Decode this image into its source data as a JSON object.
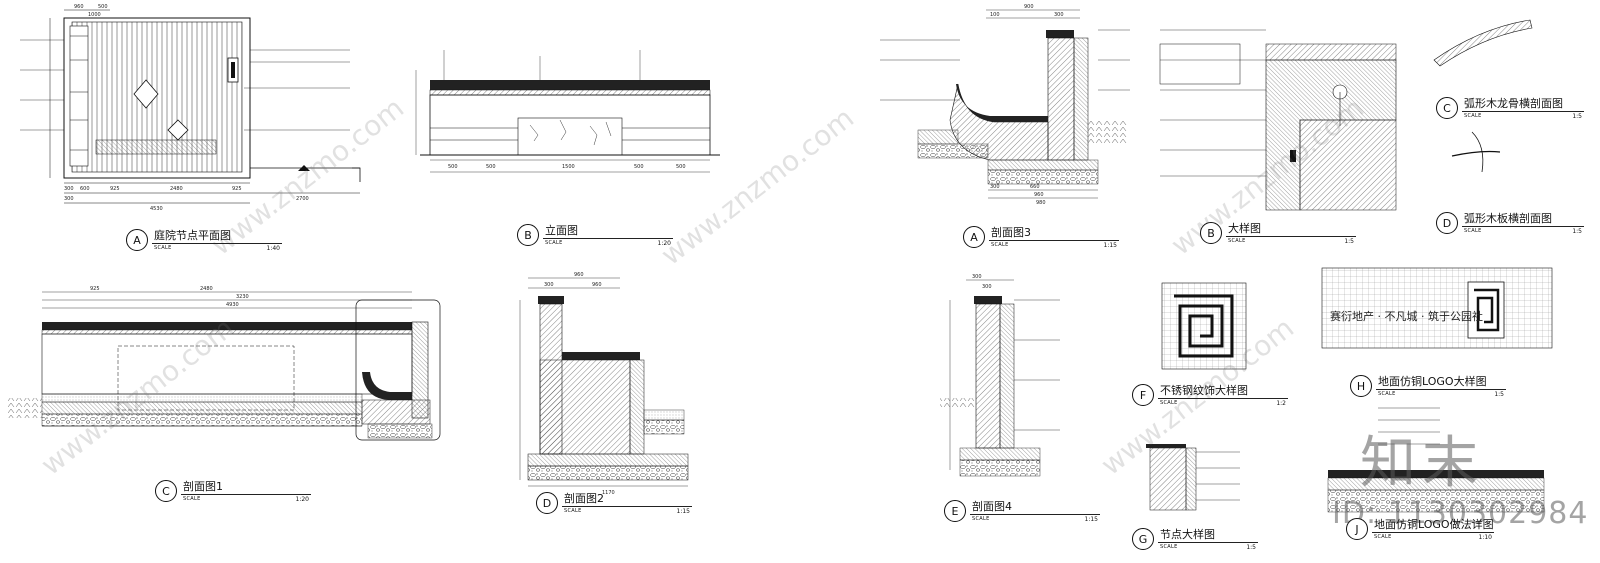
{
  "drawings": [
    {
      "id": "A1",
      "letter": "A",
      "title": "庭院节点平面图",
      "scale_label": "SCALE",
      "ratio": "1:40"
    },
    {
      "id": "B1",
      "letter": "B",
      "title": "立面图",
      "scale_label": "SCALE",
      "ratio": "1:20"
    },
    {
      "id": "C1",
      "letter": "C",
      "title": "剖面图1",
      "scale_label": "SCALE",
      "ratio": "1:20"
    },
    {
      "id": "D1",
      "letter": "D",
      "title": "剖面图2",
      "scale_label": "SCALE",
      "ratio": "1:15"
    },
    {
      "id": "A2",
      "letter": "A",
      "title": "剖面图3",
      "scale_label": "SCALE",
      "ratio": "1:15"
    },
    {
      "id": "B2",
      "letter": "B",
      "title": "大样图",
      "scale_label": "SCALE",
      "ratio": "1:5"
    },
    {
      "id": "C2",
      "letter": "C",
      "title": "弧形木龙骨横剖面图",
      "scale_label": "SCALE",
      "ratio": "1:5"
    },
    {
      "id": "D2",
      "letter": "D",
      "title": "弧形木板横剖面图",
      "scale_label": "SCALE",
      "ratio": "1:5"
    },
    {
      "id": "E2",
      "letter": "E",
      "title": "剖面图4",
      "scale_label": "SCALE",
      "ratio": "1:15"
    },
    {
      "id": "F2",
      "letter": "F",
      "title": "不锈钢纹饰大样图",
      "scale_label": "SCALE",
      "ratio": "1:2"
    },
    {
      "id": "H2",
      "letter": "H",
      "title": "地面仿铜LOGO大样图",
      "scale_label": "SCALE",
      "ratio": "1:5"
    },
    {
      "id": "G2",
      "letter": "G",
      "title": "节点大样图",
      "scale_label": "SCALE",
      "ratio": "1:5"
    },
    {
      "id": "J2",
      "letter": "J",
      "title": "地面仿铜LOGO做法详图",
      "scale_label": "SCALE",
      "ratio": "1:10"
    }
  ],
  "plan_dims": {
    "top": [
      "960",
      "500",
      "1000"
    ],
    "bottom1": [
      "300",
      "600",
      "925",
      "2480",
      "925"
    ],
    "bottom2": [
      "300",
      "2700"
    ],
    "bottom3": [
      "4530"
    ]
  },
  "elev_dims": [
    "500",
    "500",
    "1500",
    "500",
    "500"
  ],
  "sec1_dims": [
    "925",
    "2480",
    "3230",
    "4930"
  ],
  "sec2_dims": [
    "960",
    "300",
    "960",
    "1170"
  ],
  "sec3_dims": [
    "100",
    "900",
    "300",
    "300",
    "660",
    "960",
    "980"
  ],
  "sec4_dims": [
    "300",
    "300"
  ],
  "logo_text": "赛衍地产 · 不凡城 · 筑于公园社",
  "watermark": {
    "brand": "知末",
    "id": "ID: 1130302984",
    "site": "www.znzmo.com"
  }
}
